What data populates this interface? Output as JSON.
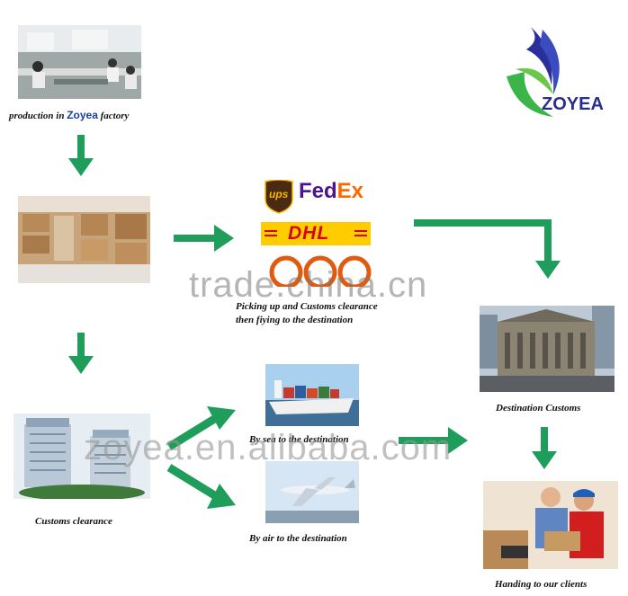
{
  "logo": {
    "text": "ZOYEA"
  },
  "captions": {
    "production_prefix": "production in ",
    "production_brand": "Zoyea",
    "production_suffix": " factory",
    "pickup_line1": "Picking up and Customs clearance",
    "pickup_line2": "then fiying to the destination",
    "destination_customs": "Destination Customs",
    "by_sea": "By sea to the destination",
    "customs_clearance": "Customs clearance",
    "by_air": "By air to the destination",
    "handing": "Handing to our clients"
  },
  "carriers": {
    "ups": "ups",
    "fedex_fed": "Fed",
    "fedex_ex": "Ex",
    "dhl": "DHL"
  },
  "watermarks": {
    "trade": "trade.china.cn",
    "zoyea": "zoyea.en.alibaba.com"
  },
  "colors": {
    "arrow_green": "#1e9e5a",
    "dhl_yellow": "#ffcc00",
    "dhl_red": "#d40511",
    "fedex_purple": "#4d148c",
    "fedex_orange": "#ff6600",
    "ups_brown": "#4a2a12",
    "ups_gold": "#f6b800"
  }
}
